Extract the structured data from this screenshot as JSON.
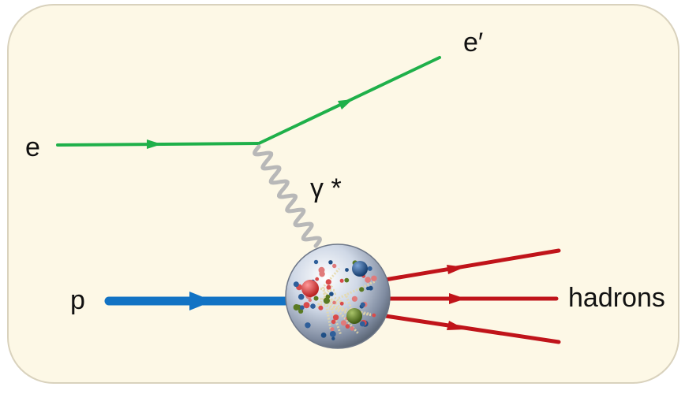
{
  "labels": {
    "incoming_electron": "e",
    "outgoing_electron": "e′",
    "virtual_photon": "γ *",
    "proton": "p",
    "hadrons": "hadrons"
  },
  "colors": {
    "background_panel": "#fdf8e6",
    "panel_border": "#d9d2bd",
    "electron_line": "#1fb04a",
    "photon_line": "#b8b8b8",
    "proton_line": "#1273c4",
    "hadron_lines": "#c0141a",
    "quark_red": "#d23b3b",
    "quark_blue": "#1f4f86",
    "quark_green": "#5a7a22",
    "proton_sphere": "#c9d3e3"
  },
  "icons": {
    "proton_structure": "proton-sphere-with-quarks-and-gluons-icon"
  }
}
